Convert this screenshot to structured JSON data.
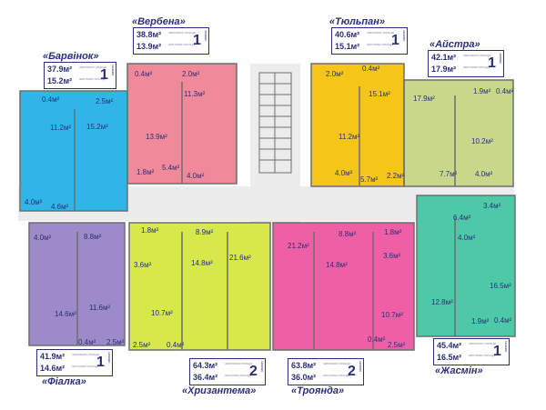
{
  "units": {
    "barvinok": {
      "name": "«Барвінок»",
      "total": "37.9м²",
      "living": "15.2м²",
      "rooms": "1",
      "total_note": "загальна площа",
      "living_note": "житлова площа",
      "rooms_note": "кімнат",
      "color": "#2fb5e8",
      "rooms_labels": [
        "0.4м²",
        "2.5м²",
        "11.2м²",
        "15.2м²",
        "4.0м²",
        "4.6м²"
      ]
    },
    "verbena": {
      "name": "«Вербена»",
      "total": "38.8м²",
      "living": "13.9м²",
      "rooms": "1",
      "total_note": "загальна площа",
      "living_note": "житлова площа",
      "rooms_note": "кімнат",
      "color": "#f08a9a",
      "rooms_labels": [
        "0.4м²",
        "2.0м²",
        "11.3м²",
        "13.9м²",
        "1.8м²",
        "5.4м²",
        "4.0м²"
      ]
    },
    "tyulpan": {
      "name": "«Тюльпан»",
      "total": "40.6м²",
      "living": "15.1м²",
      "rooms": "1",
      "total_note": "загальна площа",
      "living_note": "житлова площа",
      "rooms_note": "кімнат",
      "color": "#f5c518",
      "rooms_labels": [
        "2.0м²",
        "0.4м²",
        "15.1м²",
        "11.2м²",
        "4.0м²",
        "5.7м²",
        "2.2м²"
      ]
    },
    "aistra": {
      "name": "«Айстра»",
      "total": "42.1м²",
      "living": "17.9м²",
      "rooms": "1",
      "total_note": "загальна площа",
      "living_note": "житлова площа",
      "rooms_note": "кімнат",
      "color": "#c8d88a",
      "rooms_labels": [
        "17.9м²",
        "1.9м²",
        "0.4м²",
        "10.2м²",
        "7.7м²",
        "4.0м²"
      ]
    },
    "fialka": {
      "name": "«Фіалка»",
      "total": "41.9м²",
      "living": "14.6м²",
      "rooms": "1",
      "total_note": "загальна площа",
      "living_note": "житлова площа",
      "rooms_note": "кімнат",
      "color": "#9c8ac9",
      "rooms_labels": [
        "4.0м²",
        "8.8м²",
        "14.6м²",
        "11.6м²",
        "0.4м²",
        "2.5м²"
      ]
    },
    "khryzantema": {
      "name": "«Хризантема»",
      "total": "64.3м²",
      "living": "36.4м²",
      "rooms": "2",
      "total_note": "загальна площа",
      "living_note": "житлова площа",
      "rooms_note": "кімнат",
      "color": "#d6e84a",
      "rooms_labels": [
        "1.8м²",
        "8.9м²",
        "3.6м²",
        "14.8м²",
        "21.6м²",
        "10.7м²",
        "2.5м²",
        "0.4м²"
      ]
    },
    "troyanda": {
      "name": "«Троянда»",
      "total": "63.8м²",
      "living": "36.0м²",
      "rooms": "2",
      "total_note": "загальна площа",
      "living_note": "житлова площа",
      "rooms_note": "кімнат",
      "color": "#ee5fa6",
      "rooms_labels": [
        "21.2м²",
        "8.8м²",
        "1.8м²",
        "3.6м²",
        "14.8м²",
        "10.7м²",
        "0.4м²",
        "2.5м²"
      ]
    },
    "zhasmin": {
      "name": "«Жасмін»",
      "total": "45.4м²",
      "living": "16.5м²",
      "rooms": "1",
      "total_note": "загальна площа",
      "living_note": "житлова площа",
      "rooms_note": "кімнат",
      "color": "#4ec9a8",
      "rooms_labels": [
        "3.4м²",
        "6.4м²",
        "4.0м²",
        "16.5м²",
        "12.8м²",
        "1.9м²",
        "0.4м²"
      ]
    }
  },
  "colors": {
    "ink": "#2b2f7a",
    "common": "#ececec",
    "wall": "#6e6e6e"
  }
}
